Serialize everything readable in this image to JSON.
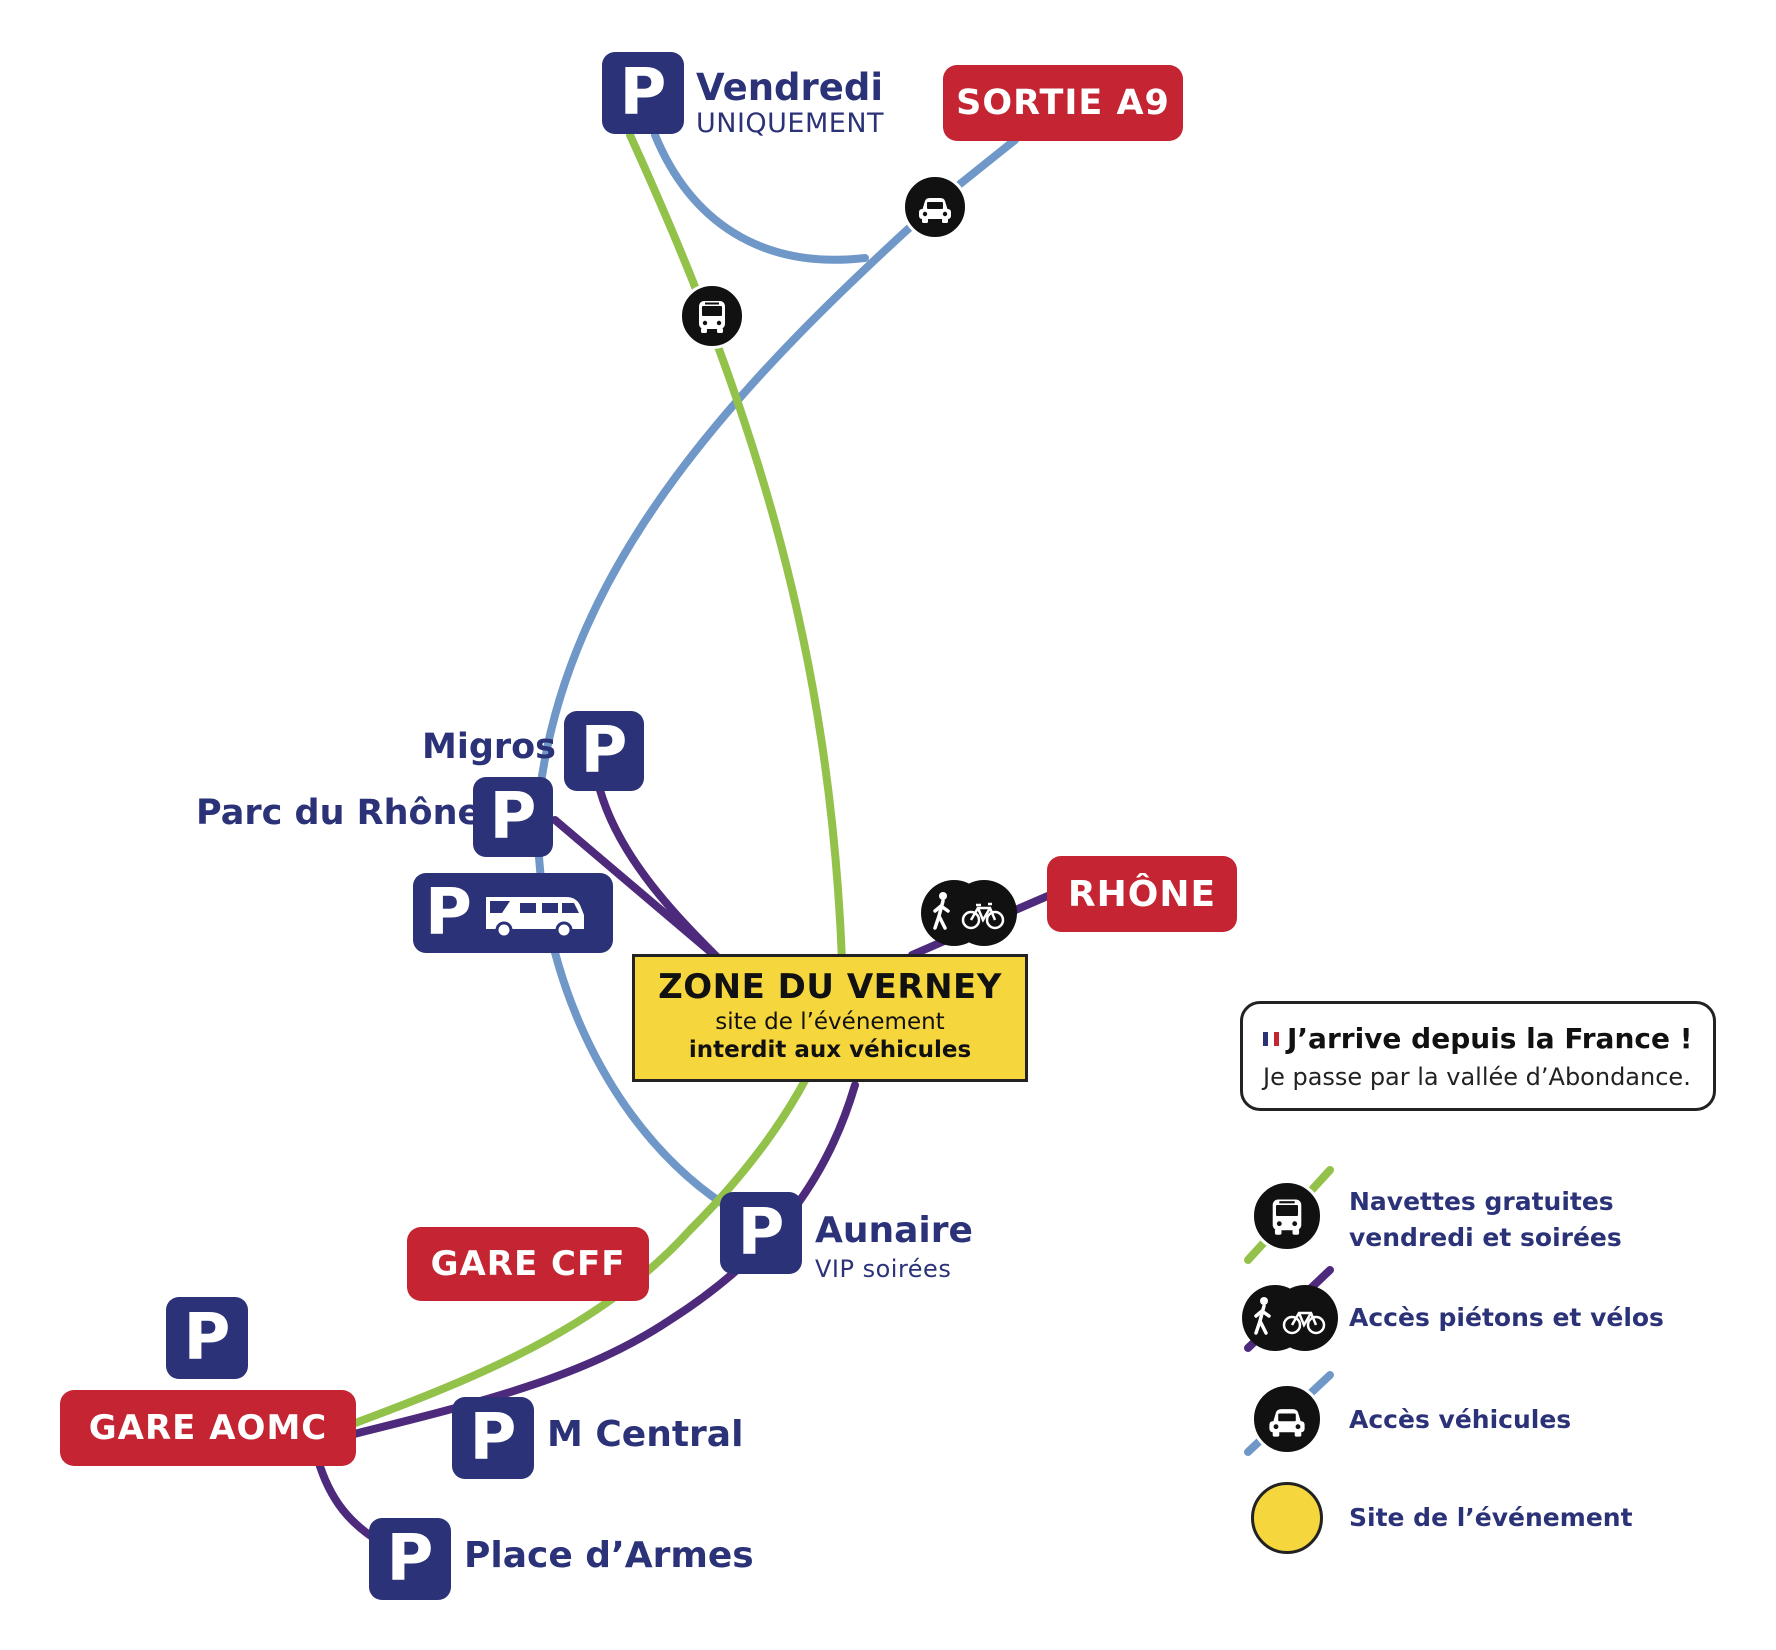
{
  "colors": {
    "shuttle_line": "#93c24b",
    "pedestrian_line": "#4e2a7c",
    "vehicle_line": "#6f97c8",
    "parking": "#2b3278",
    "exit": "#c52533",
    "event_site": "#f5d63d"
  },
  "parkings": {
    "vendredi": {
      "symbol": "P",
      "label": "Vendredi",
      "sub": "UNIQUEMENT"
    },
    "migros": {
      "symbol": "P",
      "label": "Migros"
    },
    "parc_rhone": {
      "symbol": "P",
      "label": "Parc du Rhône"
    },
    "camping_car": {
      "symbol": "P",
      "icon": "camper-van-icon"
    },
    "aunaire": {
      "symbol": "P",
      "label": "Aunaire",
      "sub": "VIP soirées"
    },
    "aomc": {
      "symbol": "P"
    },
    "m_central": {
      "symbol": "P",
      "label": "M Central"
    },
    "place_armes": {
      "symbol": "P",
      "label": "Place d’Armes"
    }
  },
  "exits": {
    "sortie_a9": "SORTIE A9",
    "rhone": "RHÔNE",
    "gare_cff": "GARE CFF",
    "gare_aomc": "GARE AOMC"
  },
  "route_icons": {
    "car": "car-icon",
    "bus": "bus-icon",
    "walk_bike": "pedestrian-bike-icon"
  },
  "event_zone": {
    "title": "ZONE DU VERNEY",
    "subtitle": "site de l’événement",
    "note": "interdit aux véhicules"
  },
  "info_box": {
    "title": "J’arrive depuis la France !",
    "text": "Je passe par la vallée d’Abondance.",
    "flag_colors": [
      "#2b3278",
      "#ffffff",
      "#c52533"
    ]
  },
  "legend": {
    "shuttle": {
      "line1": "Navettes gratuites",
      "line2": "vendredi et soirées",
      "icon": "bus-icon"
    },
    "pedestrian": {
      "text": "Accès piétons et vélos",
      "icon": "pedestrian-bike-icon"
    },
    "vehicle": {
      "text": "Accès véhicules",
      "icon": "car-icon"
    },
    "site": {
      "text": "Site de l’événement"
    }
  }
}
